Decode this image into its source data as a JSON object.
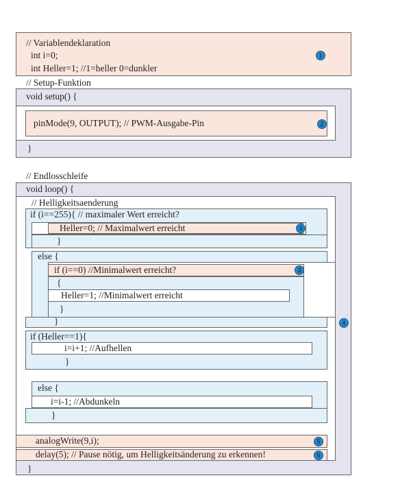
{
  "globals": {
    "comment": "// Variablendeklaration",
    "line1": "int i=0;",
    "line2": "int Heller=1; //1=heller 0=dunkler",
    "badge": "1"
  },
  "setup": {
    "comment": "// Setup-Funktion",
    "header": "void setup() {",
    "body": "pinMode(9, OUTPUT); // PWM-Ausgabe-Pin",
    "badge": "2",
    "close": "}"
  },
  "loop": {
    "comment": "// Endlosschleife",
    "header": "void loop() {",
    "inner_comment": "// Helligkeitsaenderung",
    "badge": "4",
    "close": "}",
    "if_max": {
      "header": "if (i==255){ // maximaler Wert erreicht?",
      "body": "Heller=0; // Maximalwert erreicht",
      "badge": "3",
      "close": "}"
    },
    "else_min": {
      "header": "else {",
      "if_header": "if (i==0) //Minimalwert erreicht?",
      "badge": "3",
      "open": "{",
      "body": "Heller=1; //Minimalwert erreicht",
      "inner_close": "}",
      "close": "}"
    },
    "if_heller": {
      "header": "if (Heller==1){",
      "body": "i=i+1; //Aufhellen",
      "close": "}"
    },
    "else_dark": {
      "header": "else {",
      "body": "i=i-1; //Abdunkeln",
      "close": "}"
    },
    "analog": {
      "text": "analogWrite(9,i);",
      "badge": "5"
    },
    "delay": {
      "text": "delay(5); // Pause nötig, um Helligkeitsänderung zu erkennen!",
      "badge": "6"
    }
  }
}
